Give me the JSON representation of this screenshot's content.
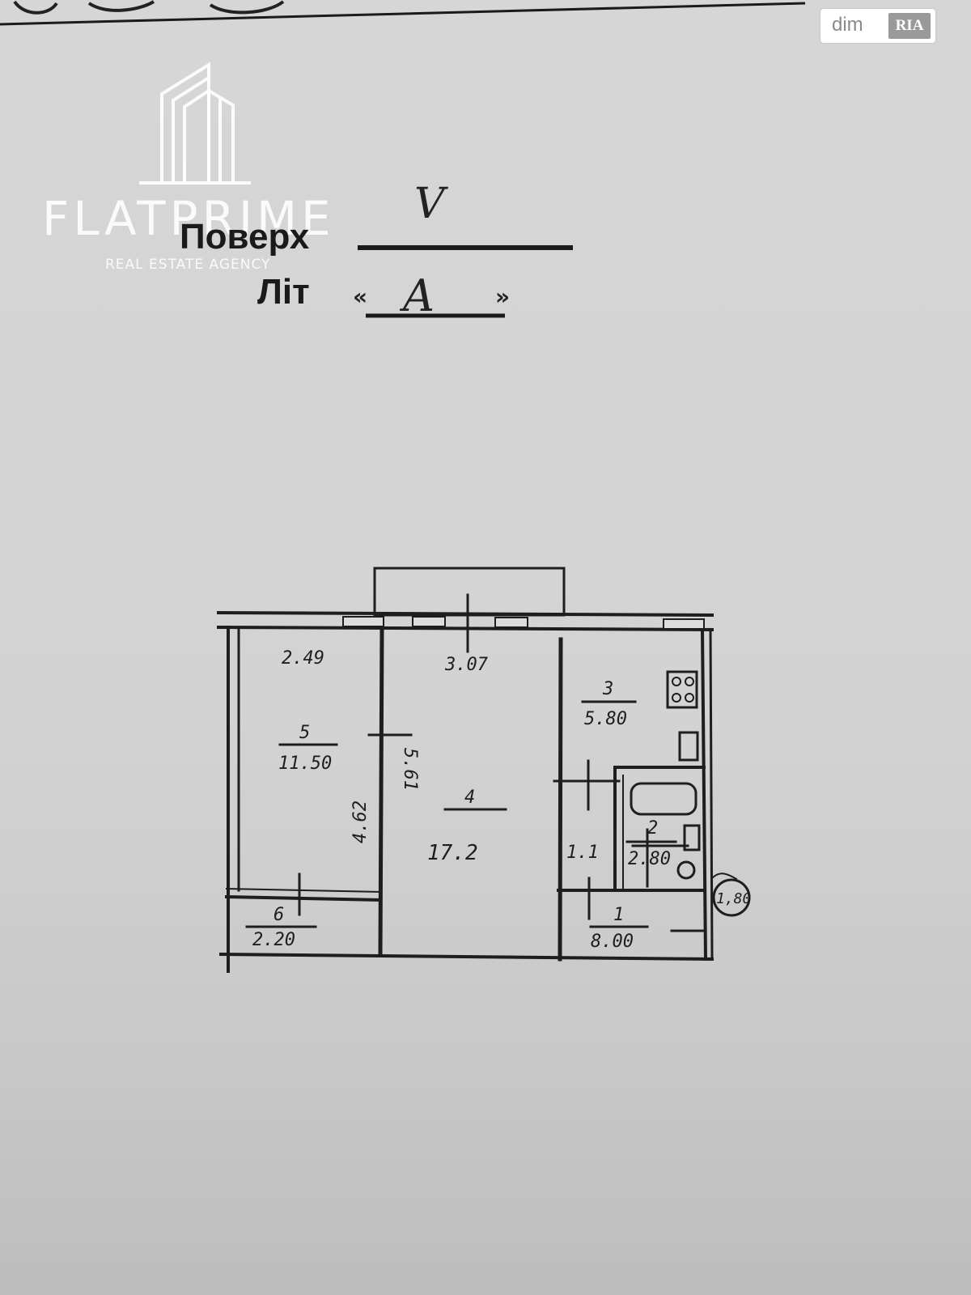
{
  "brand": {
    "name": "FLATPRIME",
    "tagline": "REAL ESTATE AGENCY"
  },
  "portal_badge": {
    "left": "dim",
    "right": "RIA"
  },
  "header": {
    "floor_label": "Поверх",
    "floor_value": "V",
    "lit_label": "Літ",
    "lit_open_quote": "«",
    "lit_value": "A",
    "lit_close_quote": "»"
  },
  "plan": {
    "rooms": [
      {
        "number": "5",
        "area": "11.50"
      },
      {
        "number": "4",
        "area": "17.2"
      },
      {
        "number": "3",
        "area": "5.80"
      },
      {
        "number": "2",
        "area": "2.80"
      },
      {
        "number": "1",
        "area": "8.00"
      },
      {
        "number": "6",
        "area": "2.20"
      }
    ],
    "dimensions": {
      "room5_width": "2.49",
      "room5_length": "4.62",
      "room4_width": "3.07",
      "room4_length": "5.61",
      "wc": "1.1",
      "ceiling": "1,80"
    }
  },
  "colors": {
    "paper": "#d4d4d4",
    "ink": "#1e1e1e",
    "watermark": "#ffffff"
  }
}
